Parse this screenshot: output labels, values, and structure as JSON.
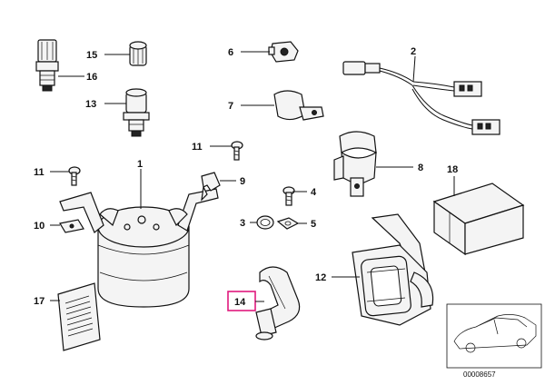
{
  "callouts": {
    "c1": "1",
    "c2": "2",
    "c3": "3",
    "c4": "4",
    "c5": "5",
    "c6": "6",
    "c7": "7",
    "c8": "8",
    "c9": "9",
    "c10": "10",
    "c11a": "11",
    "c11b": "11",
    "c12": "12",
    "c13": "13",
    "c14": "14",
    "c15": "15",
    "c16": "16",
    "c17": "17",
    "c18": "18"
  },
  "highlight": {
    "part": "14",
    "color": "#e0197d"
  },
  "diagram_code": "00008657"
}
